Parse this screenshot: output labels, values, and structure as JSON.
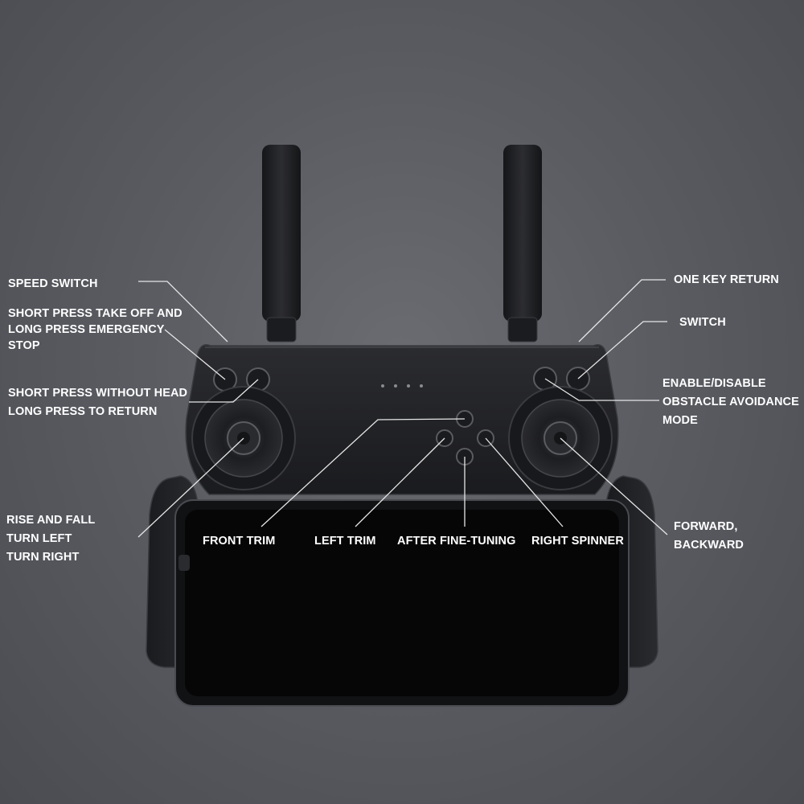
{
  "labels": {
    "speed_switch": "SPEED SWITCH",
    "takeoff": [
      "SHORT PRESS TAKE OFF AND",
      "LONG PRESS EMERGENCY",
      "STOP"
    ],
    "headless": [
      "SHORT PRESS WITHOUT HEAD",
      "LONG PRESS TO RETURN"
    ],
    "rise_fall": [
      "RISE AND FALL",
      "TURN LEFT",
      "TURN RIGHT"
    ],
    "front_trim": "FRONT TRIM",
    "left_trim": "LEFT TRIM",
    "after_fine_tuning": "AFTER FINE-TUNING",
    "right_spinner": "RIGHT SPINNER",
    "one_key_return": "ONE KEY RETURN",
    "switch": "SWITCH",
    "obstacle": [
      "ENABLE/DISABLE",
      "OBSTACLE AVOIDANCE",
      "MODE"
    ],
    "forward_backward": [
      "FORWARD,",
      "BACKWARD"
    ]
  },
  "colors": {
    "background": "#5a5c62",
    "controller_body": "#1f2023",
    "leader_line": "#e6e6e6",
    "label_text": "#ffffff"
  }
}
